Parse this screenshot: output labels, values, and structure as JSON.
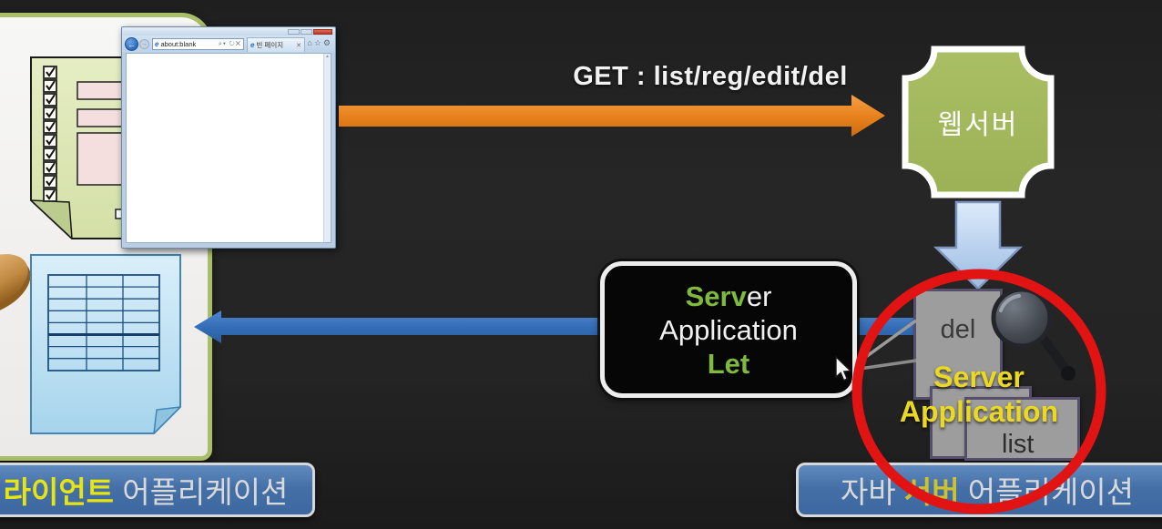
{
  "colors": {
    "background": "#232323",
    "badge_green": "#a3b85e",
    "arrow_orange": "#e8821e",
    "arrow_blue": "#2f68b0",
    "bubble_accent_green": "#7fba3f",
    "highlight_yellow": "#ead822",
    "red_circle": "#e21313",
    "footer_label_blue": "#4470a7"
  },
  "request_flow": {
    "get_label": "GET : list/reg/edit/del"
  },
  "web_server": {
    "label": "웹서버"
  },
  "bubble": {
    "word1_accent": "Serv",
    "word1_rest": "er",
    "line2": "Application",
    "line3": "Let"
  },
  "server_app": {
    "title_line1": "Server",
    "title_line2": "Application",
    "card_del": "del",
    "card_list": "list"
  },
  "footer": {
    "client": {
      "accent": "라이언트",
      "rest": " 어플리케이션"
    },
    "server": {
      "pre": "자바 ",
      "accent": "서버",
      "post": " 어플리케이션"
    }
  },
  "browser": {
    "address": "about:blank",
    "tab": "빈 페이지",
    "icons": {
      "back": "←",
      "forward": "→",
      "search": "⌕",
      "dropdown": "▾",
      "refresh": "↻",
      "stop": "✕",
      "home": "⌂",
      "favorites": "☆",
      "tools": "⚙",
      "tab_close": "✕",
      "scroll_up": "▲",
      "favicon": "e"
    }
  },
  "client_doc": {
    "checkbox_count": 10
  },
  "result_table": {
    "columns": 3,
    "rows": 8
  }
}
